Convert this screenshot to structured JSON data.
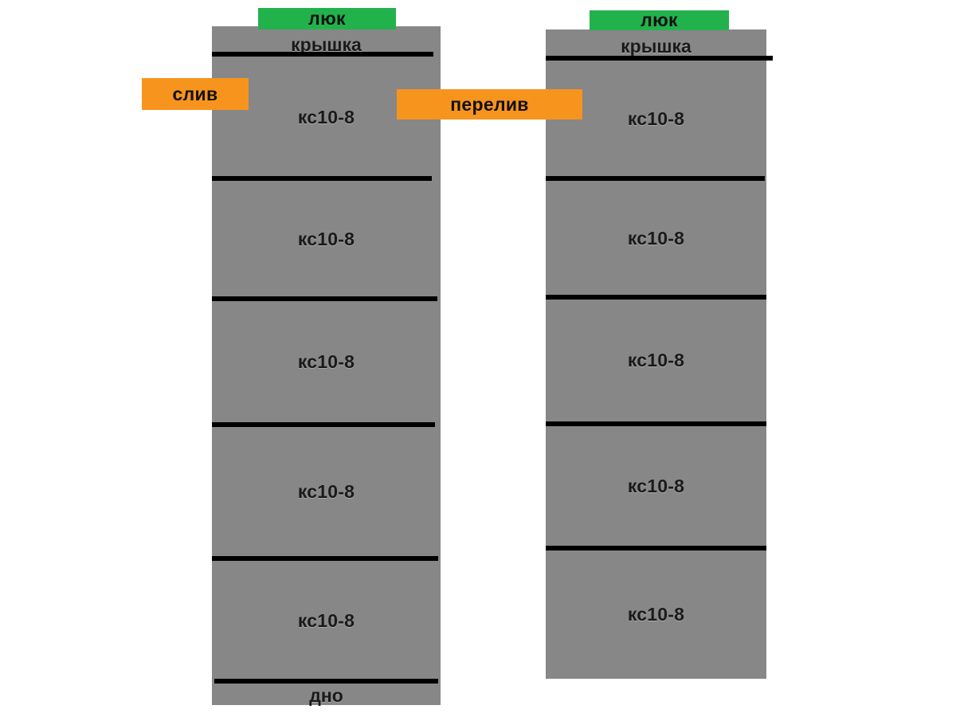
{
  "diagram": {
    "title_text_language": "ru",
    "colors": {
      "ring_gray": "#878787",
      "joint_black": "#000000",
      "hatch_green": "#22b24c",
      "pipe_orange": "#f7941e",
      "background": "#ffffff",
      "label_text": "#1a1a1a"
    },
    "labels": {
      "hatch": "люк",
      "cover": "крышка",
      "bottom": "дно",
      "drain": "слив",
      "overflow": "перелив",
      "ring": "кс10-8"
    },
    "wells": [
      {
        "id": "well-left",
        "name": "left-well",
        "hatch_label": "люк",
        "cover_label": "крышка",
        "bottom_label": "дно",
        "ring_count": 5,
        "rings": [
          {
            "index": 1,
            "label": "кс10-8"
          },
          {
            "index": 2,
            "label": "кс10-8"
          },
          {
            "index": 3,
            "label": "кс10-8"
          },
          {
            "index": 4,
            "label": "кс10-8"
          },
          {
            "index": 5,
            "label": "кс10-8"
          }
        ]
      },
      {
        "id": "well-right",
        "name": "right-well",
        "hatch_label": "люк",
        "cover_label": "крышка",
        "bottom_label": "",
        "ring_count": 5,
        "rings": [
          {
            "index": 1,
            "label": "кс10-8"
          },
          {
            "index": 2,
            "label": "кс10-8"
          },
          {
            "index": 3,
            "label": "кс10-8"
          },
          {
            "index": 4,
            "label": "кс10-8"
          },
          {
            "index": 5,
            "label": "кс10-8"
          }
        ]
      }
    ],
    "callouts": [
      {
        "id": "drain",
        "label": "слив",
        "color": "#f7941e"
      },
      {
        "id": "overflow",
        "label": "перелив",
        "color": "#f7941e"
      }
    ]
  }
}
